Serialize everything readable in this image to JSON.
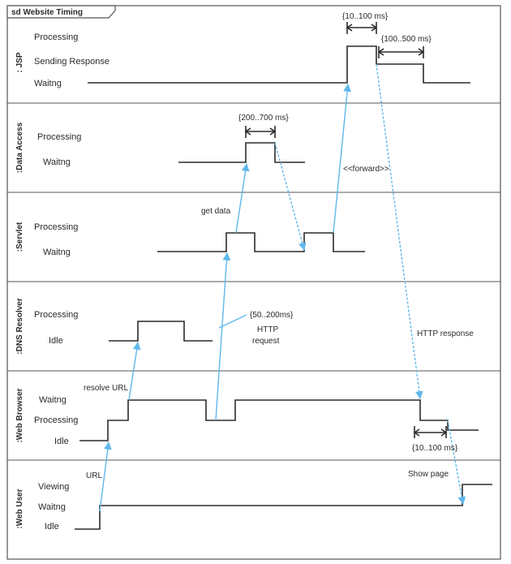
{
  "frame": {
    "title": "sd Website Timing"
  },
  "lanes": [
    {
      "id": "jsp",
      "title": ": JSP",
      "states": [
        "Processing",
        "Sending Response",
        "Waitng"
      ]
    },
    {
      "id": "data_access",
      "title": ":Data Access",
      "states": [
        "Processing",
        "Waitng"
      ]
    },
    {
      "id": "servlet",
      "title": ":Servlet",
      "states": [
        "Processing",
        "Waitng"
      ]
    },
    {
      "id": "dns",
      "title": ":DNS Resolver",
      "states": [
        "Processing",
        "Idle"
      ]
    },
    {
      "id": "browser",
      "title": ":Web Browser",
      "states": [
        "Waitng",
        "Processing",
        "Idle"
      ]
    },
    {
      "id": "user",
      "title": ":Web User",
      "states": [
        "Viewing",
        "Waitng",
        "Idle"
      ]
    }
  ],
  "constraints": {
    "jsp_processing": "{10..100 ms}",
    "jsp_sending": "{100..500 ms}",
    "data_access": "{200..700 ms}",
    "dns": "{50..200ms}",
    "browser": "{10..100 ms}"
  },
  "messages": {
    "url": "URL",
    "resolve_url": "resolve URL",
    "http_request_line1": "HTTP",
    "http_request_line2": "request",
    "get_data": "get data",
    "forward": "<<forward>>",
    "http_response": "HTTP response",
    "show_page": "Show page"
  },
  "colors": {
    "line": "#2b2b2b",
    "message": "#5fb8ea",
    "frame": "#555555"
  }
}
